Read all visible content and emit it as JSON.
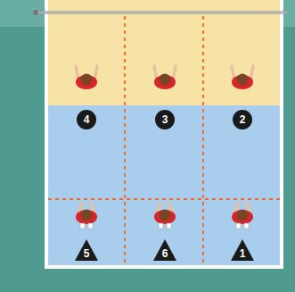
{
  "diagram": {
    "nodes": [
      {
        "text": [
          "4"
        ]
      },
      {
        "text": [
          "3"
        ]
      },
      {
        "text": [
          "2"
        ]
      },
      {
        "text": [
          "5"
        ]
      },
      {
        "text": [
          "6"
        ]
      },
      {
        "text": [
          "1"
        ]
      }
    ]
  }
}
